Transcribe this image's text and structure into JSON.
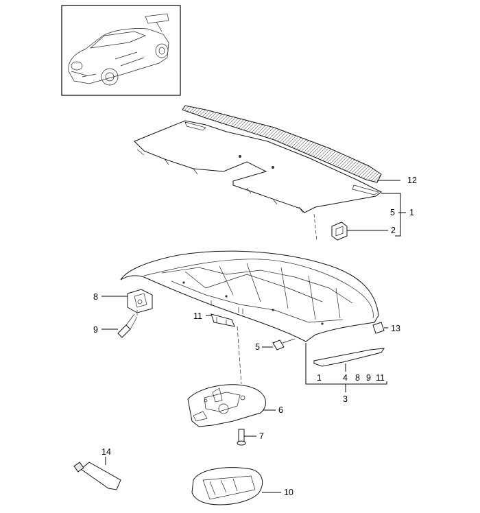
{
  "callouts": {
    "c1": "1",
    "c2": "2",
    "c3": "3",
    "c4": "4",
    "c5": "5",
    "c6": "6",
    "c7": "7",
    "c8": "8",
    "c9": "9",
    "c10": "10",
    "c11": "11",
    "c12": "12",
    "c13": "13",
    "c14": "14"
  },
  "group_row": {
    "g1": "1",
    "g4": "4",
    "g8": "8",
    "g9": "9",
    "g11": "11"
  }
}
